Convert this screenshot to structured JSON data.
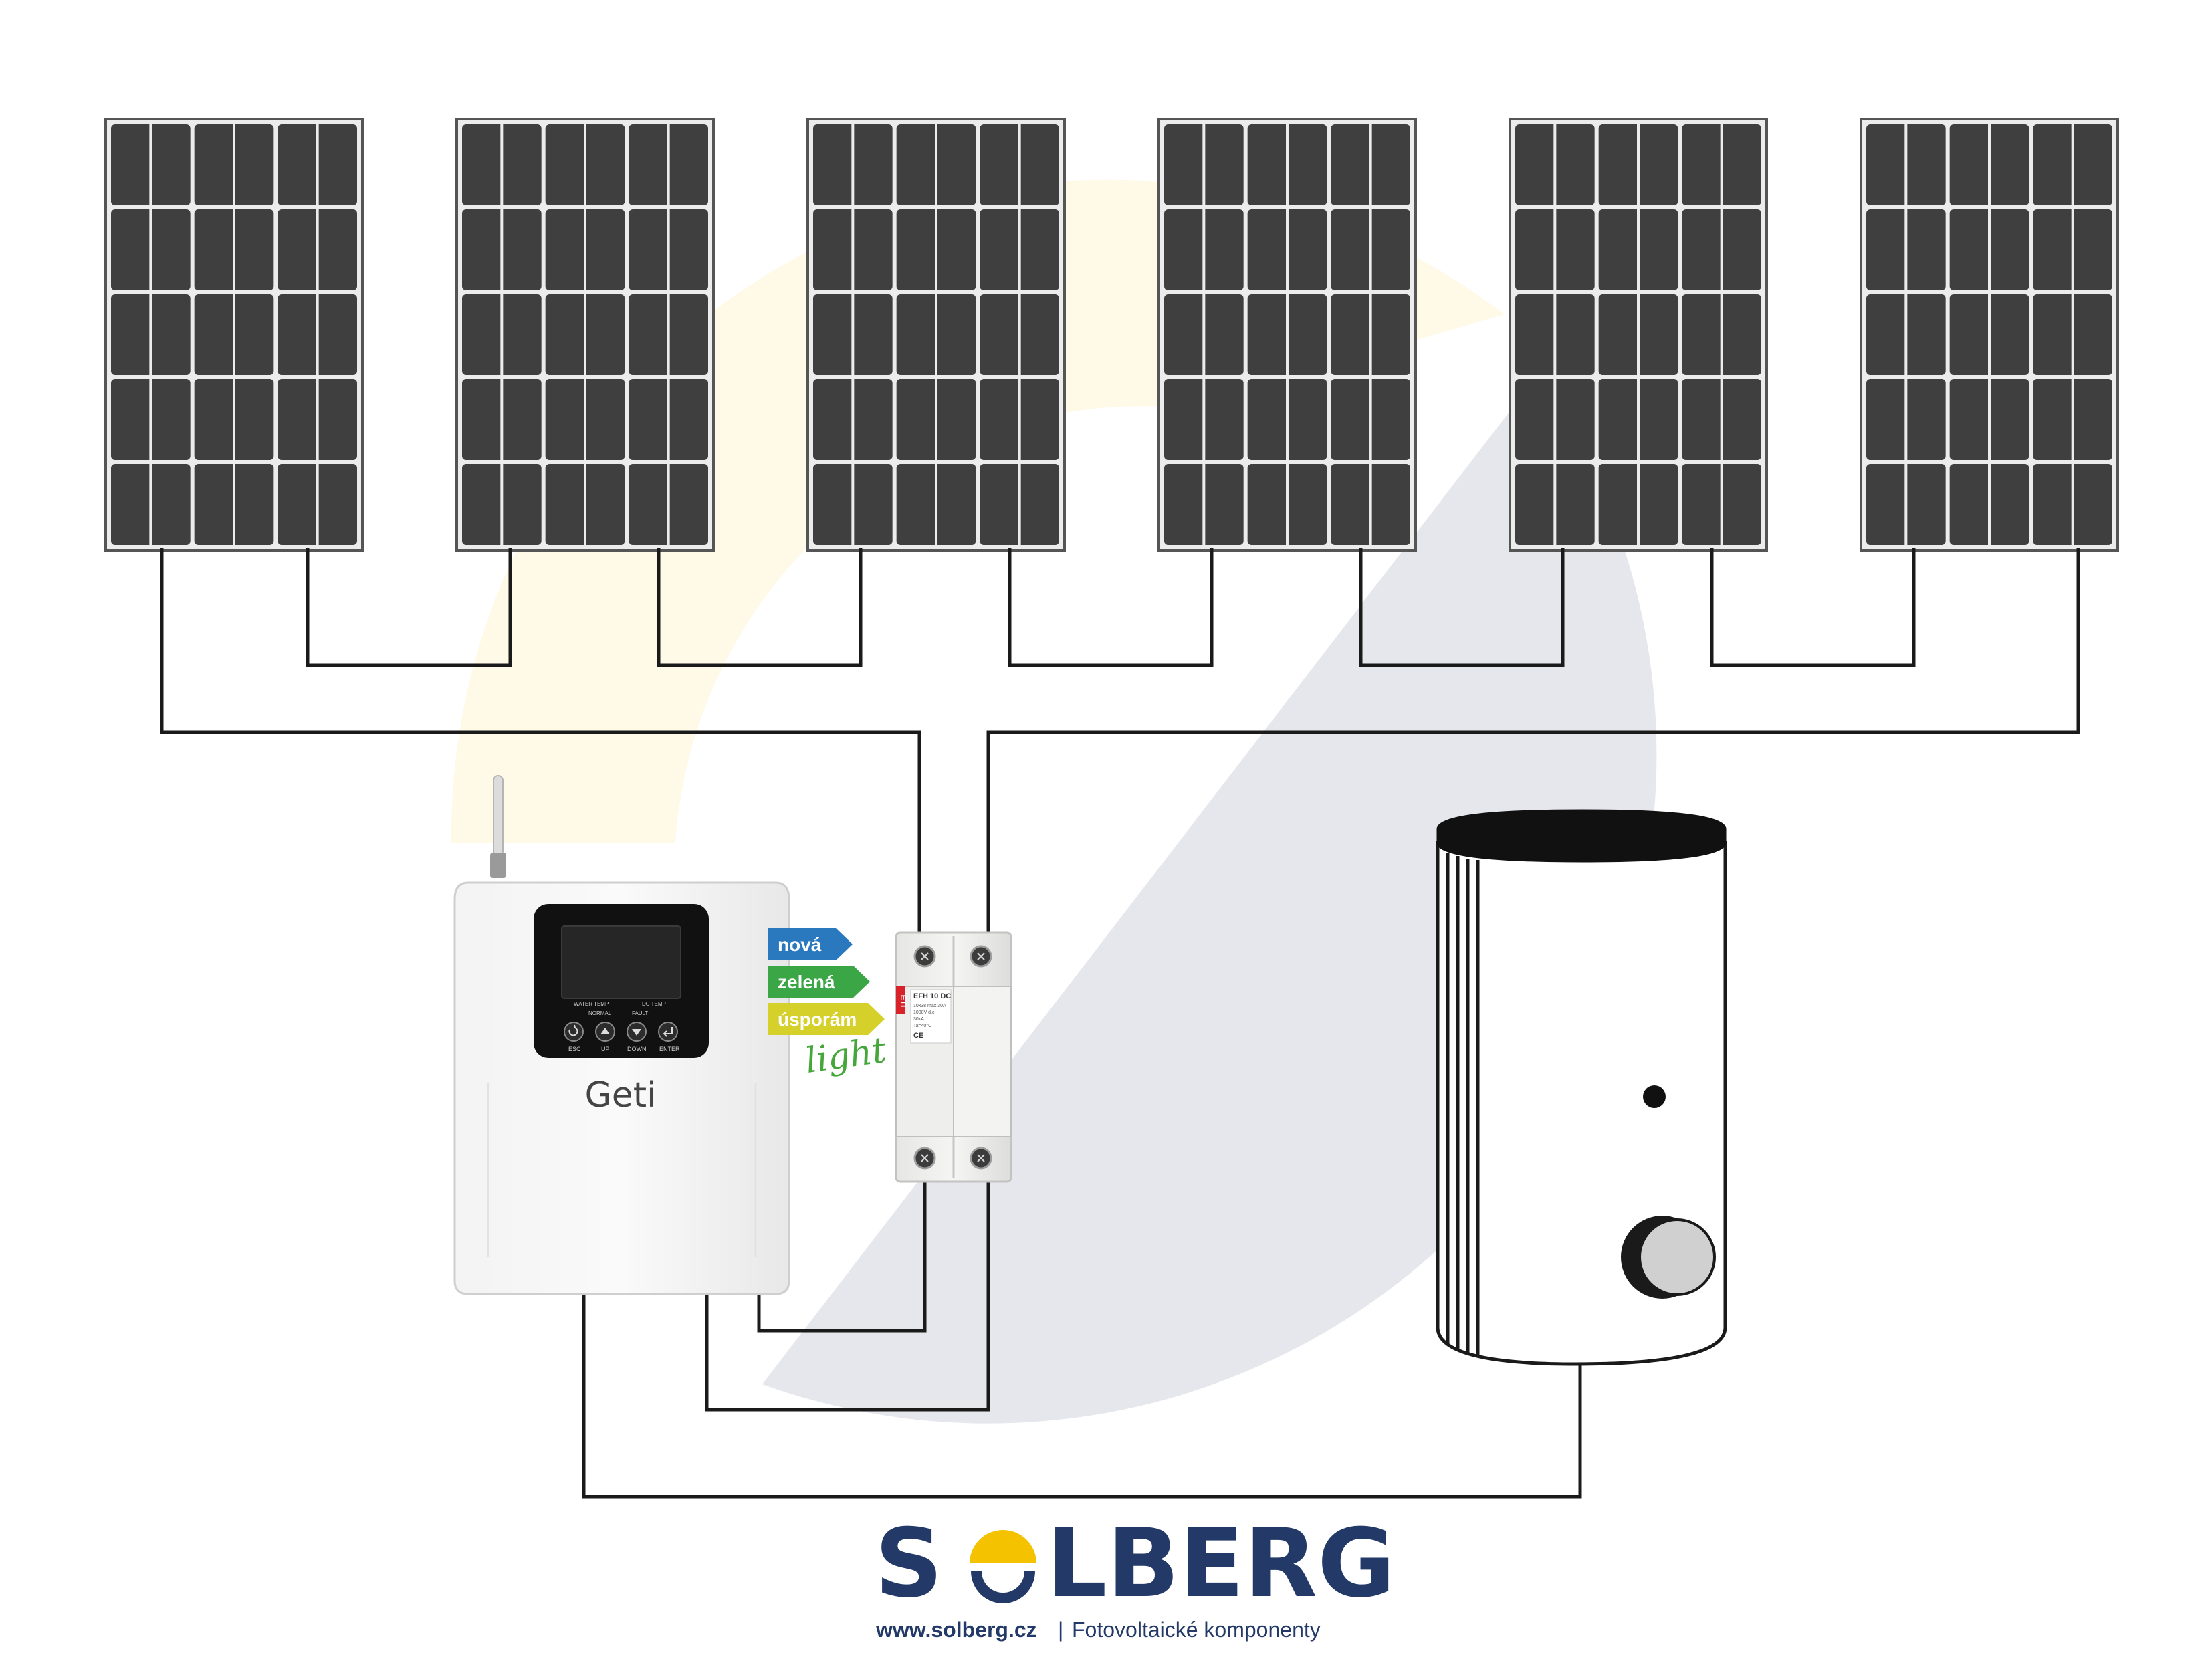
{
  "controller": {
    "brand": "Geti",
    "display_labels": [
      "WATER TEMP",
      "DC TEMP",
      "NORMAL",
      "FAULT"
    ],
    "button_labels": [
      "ESC",
      "UP",
      "DOWN",
      "ENTER"
    ]
  },
  "badge": {
    "line1": "nová",
    "line2": "zelená",
    "line3": "úsporám",
    "tagline": "light",
    "colors": {
      "blue": "#2a79bf",
      "green": "#3aa645",
      "yellow": "#d6d12a"
    }
  },
  "fuse": {
    "brand": "ETI",
    "model": "EFH 10 DC",
    "spec_lines": [
      "10x38 max.30A",
      "1000V d.c.",
      "30kA",
      "Ta=40°C"
    ],
    "mark": "CE"
  },
  "panels_count": 6,
  "logo": {
    "name": "SOLBERG",
    "name_before_o": "S",
    "name_after_o": "LBERG",
    "url": "www.solberg.cz",
    "separator": "|",
    "tagline": "Fotovoltaické komponenty",
    "colors": {
      "navy": "#233a68",
      "yellow": "#f5c200"
    }
  }
}
